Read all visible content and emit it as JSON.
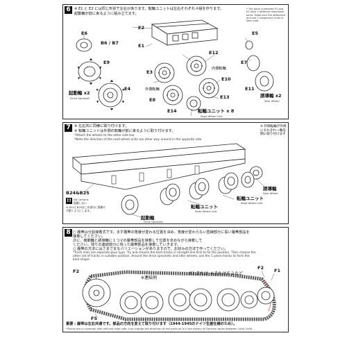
{
  "step6": {
    "number": "6",
    "instruction_jp": "※ E1 と E2 には同じ形状で左右があります。転輪ユニットは左右それぞれ４組を作ります。",
    "line2_jp": "起動輪が前に来るように組み立てます。",
    "note_en": "* The parts numbered E1 and E2 have 2 different directional parts. Make sure the difference and use 2 suspension units in each side.",
    "labels": {
      "e1": "E1",
      "e2": "E2",
      "e3": "E3",
      "e4": "E4",
      "e5": "E5",
      "e6": "E6",
      "e7": "E7",
      "e8": "E8",
      "e9": "E9",
      "e10": "E10",
      "e11": "E11",
      "e12": "E12",
      "e13": "E13",
      "e14": "E14",
      "b67": "B6 / B7"
    },
    "drive_sprocket_jp": "起動輪 x2",
    "drive_sprocket_en": "Drive Sprocket",
    "outer_wheel_jp": "外側転輪",
    "inner_wheel_jp": "内側転輪",
    "road_wheel_unit_jp": "転輪ユニット x 8",
    "road_wheel_unit_en": "Road Wheel Unit",
    "idler_jp": "誘導輪 x2",
    "idler_en": "Idler Wheel"
  },
  "step7": {
    "number": "7",
    "line1_jp": "※ 左右共に同様に取り付けます。",
    "line2_jp": "※ 転輪ユニットは外側の転輪が前に来るように取り付けます。",
    "line1_en": "*Attach the wheels to the other side too.",
    "line2_en": "*Note the direction of the road wheel units are other way around in the opposite side.",
    "right_note": "※ 外側転輪が外側にそれぞれ一番前側に取り付けます",
    "b_label": "B24&B25",
    "warn_mark": "!!",
    "no_cement_en": "No Cement",
    "no_cement_jp": "接着しない",
    "tip_jp": "※ B24とB25はこの部分に接着せず動くようにします。",
    "idler_jp": "誘導輪",
    "idler_en": "Idler Wheel",
    "road_unit_jp": "転輪ユニット",
    "road_unit_en": "Road Wheel Unit",
    "road_unit2_jp": "転輪ユニット",
    "road_unit2_en": "Road Wheel Unit",
    "drive_jp": "起動輪",
    "drive_en": "Drive Sprocket"
  },
  "step8": {
    "number": "8",
    "line1_jp": "○ 履帯は分割接着式です。まず履帯の角度が変わる位置を決め、角度が変わらない直線部分に長い履帯部品を",
    "line2_jp": "接着してください。",
    "line3_jp": "次に、機動輪と誘導輪に１コマの履帯部品を接着して位置を定めながら接着して",
    "line4_jp": "ください。残りの連結部分に残った履帯部品を接着していきます。",
    "line5_jp": "○ 履帯の方法にはさまざまなバリエーションがありますので、お好みの方法で作ってください。",
    "en1": "*Track links are separate-glue type. Try and choose the best tracks in straight-line first to fix the position. Then choose the",
    "en2": "other set of tracks in suitable position. Around the drive sprockets and idler wheels, use the 1 piece tracks to form the",
    "en3": "best shape.",
    "example_label": "※連結例",
    "f3_label": "F3 または ４またはＦ２など",
    "f1": "F1",
    "f2a": "F2",
    "f2b": "F2",
    "f5": "F5",
    "important_jp": "重要 : 履帯は左右共通です。部品の方向を変えて取り付けます（1944-1945のドイツ生産仕様のため）。",
    "important_en": "*Tracks are in common with left and right side. Just change the direction of the parts as it is the history of German tanks between 1944-1945."
  }
}
